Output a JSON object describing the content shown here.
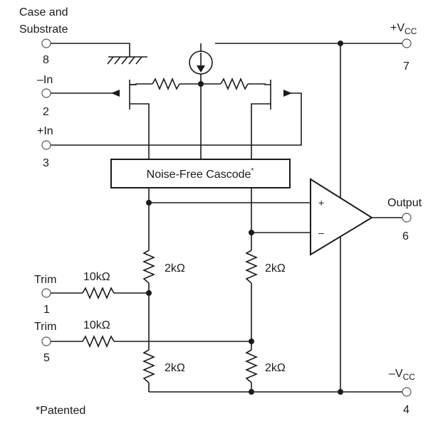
{
  "pins": {
    "case": {
      "label_line1": "Case and",
      "label_line2": "Substrate",
      "number": "8"
    },
    "neg_in": {
      "label": "–In",
      "number": "2"
    },
    "pos_in": {
      "label": "+In",
      "number": "3"
    },
    "vcc_pos": {
      "label": "+V",
      "sub": "CC",
      "number": "7"
    },
    "output": {
      "label": "Output",
      "number": "6"
    },
    "trim1": {
      "label": "Trim",
      "number": "1"
    },
    "trim5": {
      "label": "Trim",
      "number": "5"
    },
    "vcc_neg": {
      "label": "–V",
      "sub": "CC",
      "number": "4"
    }
  },
  "blocks": {
    "cascode": {
      "label": "Noise-Free Cascode",
      "mark": "*"
    }
  },
  "opamp": {
    "plus": "+",
    "minus": "–"
  },
  "resistors": {
    "r_top_left": "2kΩ",
    "r_top_right": "2kΩ",
    "r_bot_left": "2kΩ",
    "r_bot_right": "2kΩ",
    "r_trim1": "10kΩ",
    "r_trim5": "10kΩ"
  },
  "footnote": "*Patented"
}
